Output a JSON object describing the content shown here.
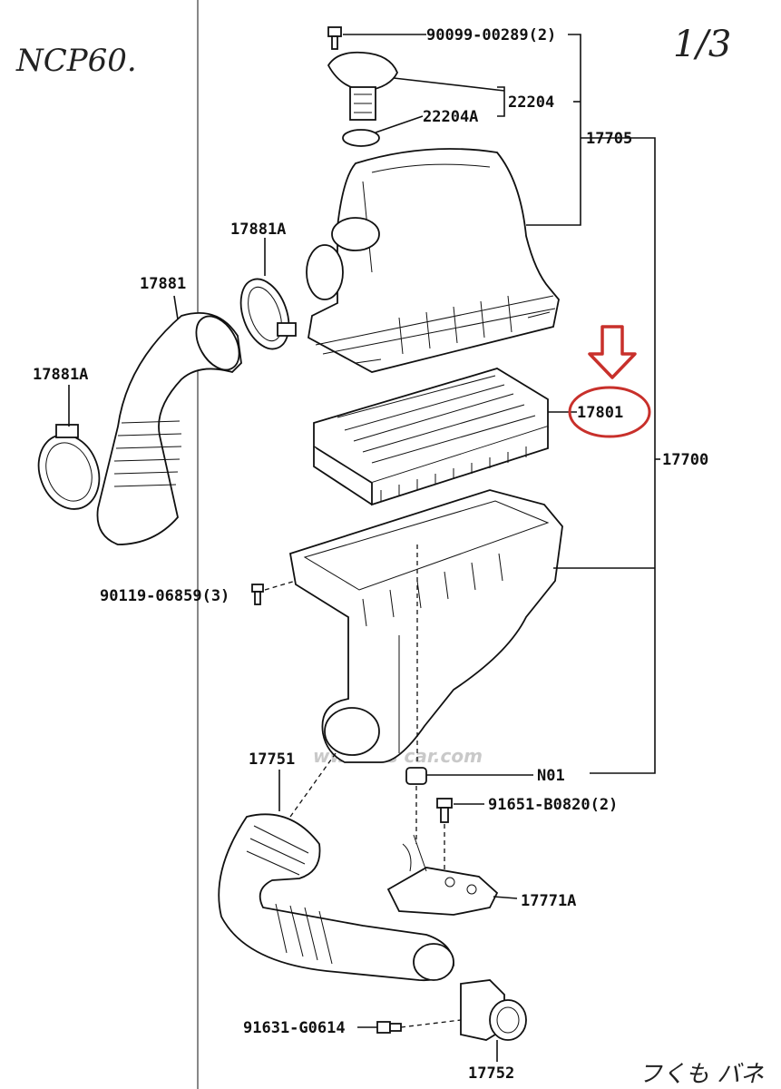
{
  "handwritten": {
    "model_code": "NCP60.",
    "page_mark": "1/3",
    "bottom_note": "フくも バネ"
  },
  "watermark": "www.vis car.com",
  "parts": {
    "bolt_top": "90099-00289(2)",
    "sensor_22204": "22204",
    "gasket_22204a": "22204A",
    "cap_17705": "17705",
    "clamp_17881a_upper": "17881A",
    "hose_17881": "17881",
    "clamp_17881a_left": "17881A",
    "filter_17801": "17801",
    "assembly_17700": "17700",
    "screw_90119": "90119-06859(3)",
    "hose_17751": "17751",
    "grommet_n01": "N01",
    "bolt_91651": "91651-B0820(2)",
    "bracket_17771a": "17771A",
    "screw_91631": "91631-G0614",
    "clamp_17752": "17752"
  },
  "highlight": {
    "target_part": "17801",
    "arrow_color": "#c8302b",
    "circle_color": "#c8302b"
  }
}
